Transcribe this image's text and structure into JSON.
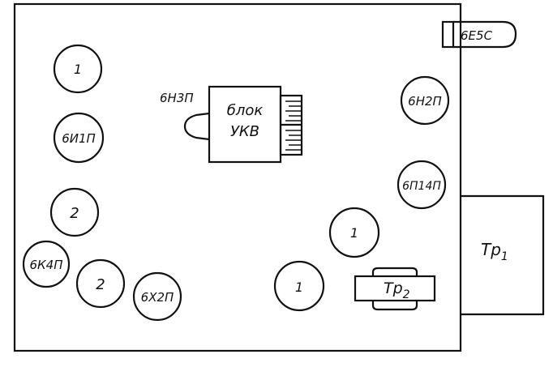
{
  "tubes": {
    "t1_top": "1",
    "t_6i1p": "6И1П",
    "t2_mid": "2",
    "t_6k4p": "6К4П",
    "t2_low": "2",
    "t_6x2p": "6Х2П",
    "t1_center": "1",
    "t1_right": "1",
    "t_6n2p": "6Н2П",
    "t_6p14p": "6П14П"
  },
  "ukv_block": {
    "tube_label": "6Н3П",
    "line1": "блок",
    "line2": "УКВ"
  },
  "indicator": {
    "label": "6Е5С"
  },
  "transformers": {
    "tr1": {
      "base": "Тр",
      "sub": "1"
    },
    "tr2": {
      "base": "Тр",
      "sub": "2"
    }
  }
}
